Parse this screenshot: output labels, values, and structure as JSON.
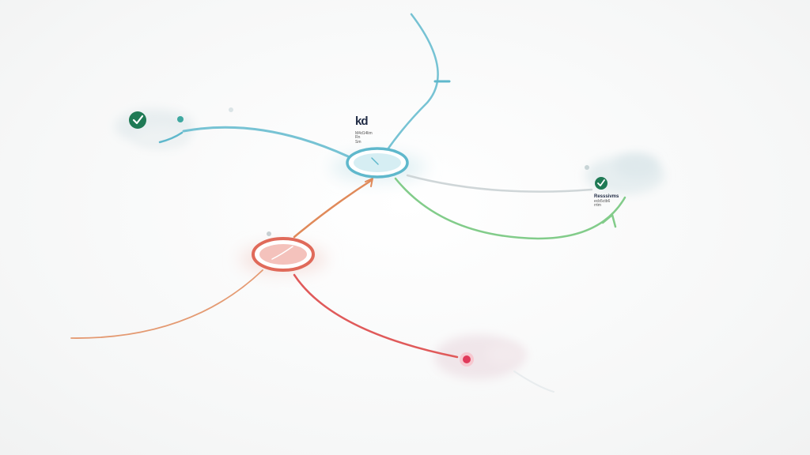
{
  "center_node": {
    "title": "kd",
    "lines": [
      "M4d14lim",
      "Rn",
      "Sm"
    ]
  },
  "right_node": {
    "title": "Resssivms",
    "lines": [
      "ecb5ctb6",
      "rrtm"
    ]
  },
  "colors": {
    "teal": "#5fb8cc",
    "green": "#82cc8a",
    "orange": "#e08a5a",
    "red": "#e05a5a",
    "gray": "#cfd6d8",
    "dark_green": "#1f7a55"
  }
}
